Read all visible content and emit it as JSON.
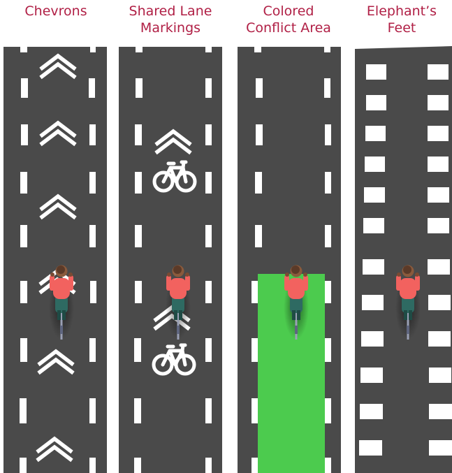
{
  "panels": [
    {
      "id": "chevrons",
      "lines": [
        "Chevrons"
      ]
    },
    {
      "id": "sharrows",
      "lines": [
        "Shared Lane",
        "Markings"
      ]
    },
    {
      "id": "colored",
      "lines": [
        "Colored",
        "Conflict Area"
      ]
    },
    {
      "id": "elephant",
      "lines": [
        "Elephant’s",
        "Feet"
      ]
    }
  ],
  "colors": {
    "label": "#b01f45",
    "road": "#4a4a4a",
    "marking": "#ffffff",
    "conflict_area": "#4ccb4e",
    "rider_shirt": "#f2625f",
    "rider_pants": "#2e6a62"
  }
}
